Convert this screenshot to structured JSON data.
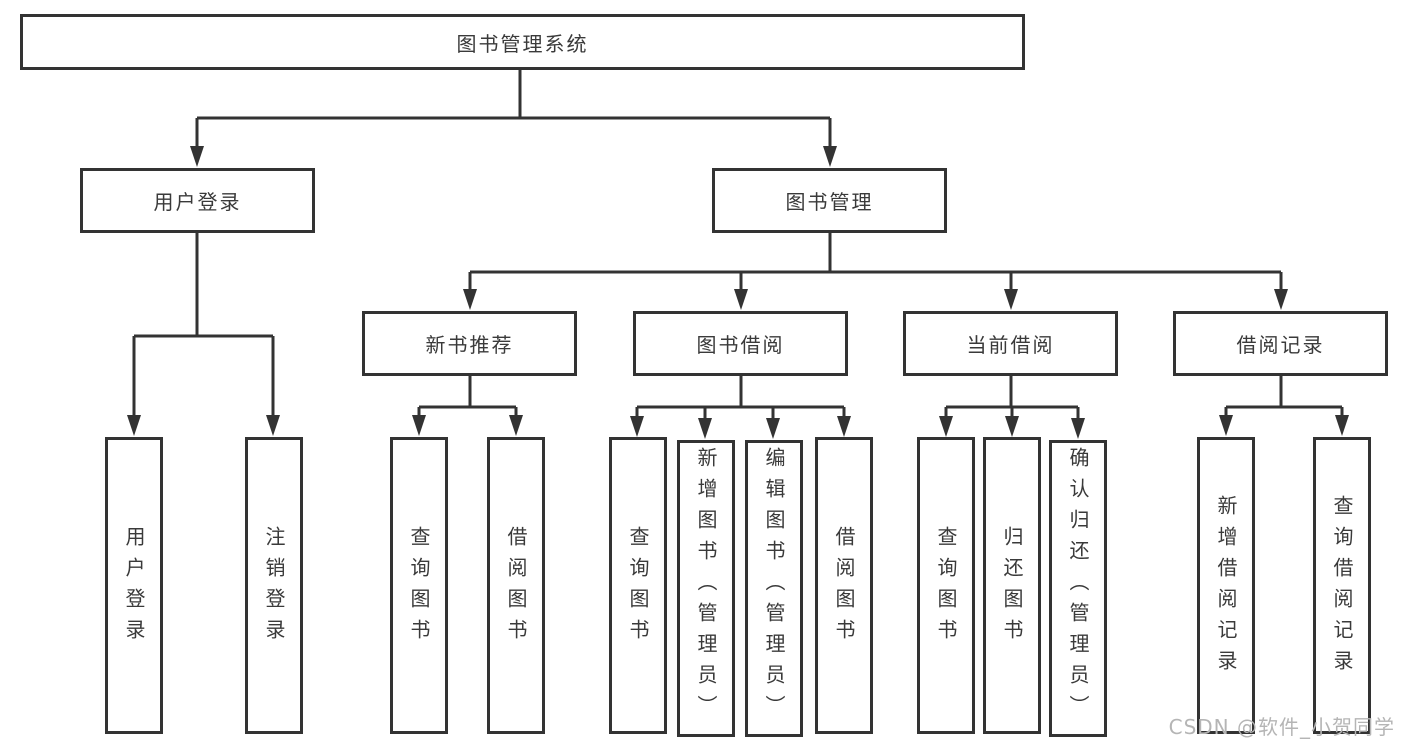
{
  "page": {
    "background": "#ffffff"
  },
  "diagram": {
    "type": "tree",
    "root": {
      "label": "图书管理系统"
    },
    "level2": [
      {
        "label": "用户登录",
        "parent": "图书管理系统"
      },
      {
        "label": "图书管理",
        "parent": "图书管理系统"
      }
    ],
    "level3": [
      {
        "label": "新书推荐",
        "parent": "图书管理"
      },
      {
        "label": "图书借阅",
        "parent": "图书管理"
      },
      {
        "label": "当前借阅",
        "parent": "图书管理"
      },
      {
        "label": "借阅记录",
        "parent": "图书管理"
      }
    ],
    "leaves": [
      {
        "label": "用户登录",
        "parent": "用户登录"
      },
      {
        "label": "注销登录",
        "parent": "用户登录"
      },
      {
        "label": "查询图书",
        "parent": "新书推荐"
      },
      {
        "label": "借阅图书",
        "parent": "新书推荐"
      },
      {
        "label": "查询图书",
        "parent": "图书借阅"
      },
      {
        "label": "新增图书（管理员）",
        "parent": "图书借阅"
      },
      {
        "label": "编辑图书（管理员）",
        "parent": "图书借阅"
      },
      {
        "label": "借阅图书",
        "parent": "图书借阅"
      },
      {
        "label": "查询图书",
        "parent": "当前借阅"
      },
      {
        "label": "归还图书",
        "parent": "当前借阅"
      },
      {
        "label": "确认归还（管理员）",
        "parent": "当前借阅"
      },
      {
        "label": "新增借阅记录",
        "parent": "借阅记录"
      },
      {
        "label": "查询借阅记录",
        "parent": "借阅记录"
      }
    ],
    "colors": {
      "line": "#333333",
      "box_border": "#333333",
      "box_fill": "#ffffff",
      "text": "#3a3a3a"
    }
  },
  "watermark": {
    "text": "CSDN @软件_小贺同学",
    "color": "#b5b5b5"
  }
}
